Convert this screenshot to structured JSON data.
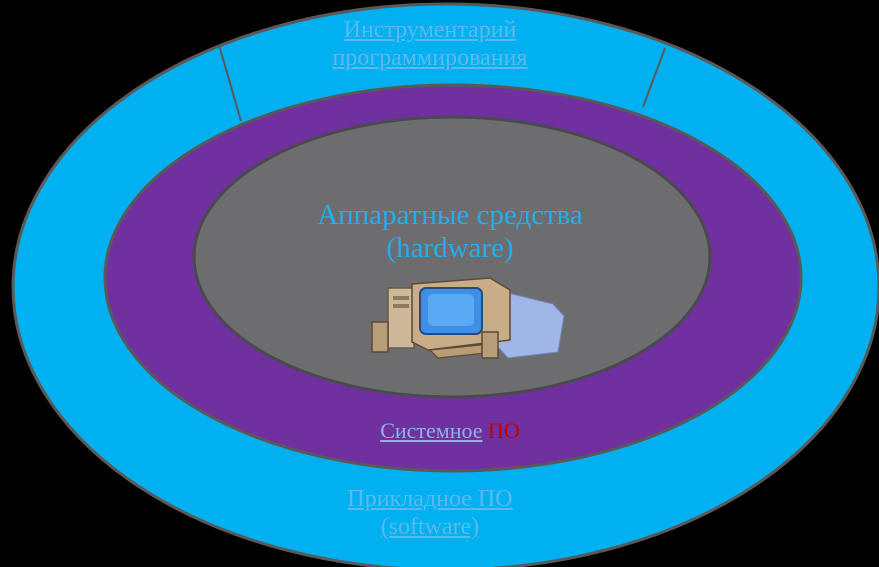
{
  "layers": {
    "tools": {
      "line1": "Инструментарий",
      "line2": " программирования"
    },
    "hardware": {
      "line1": "Аппаратные средства",
      "line2": "(hardware)"
    },
    "system": {
      "word1": "Системное",
      "word2": "ПО"
    },
    "application": {
      "line1": "Прикладное ПО",
      "line2": "(software)"
    }
  },
  "icons": {
    "computer": "desktop-computer-icon"
  },
  "colors": {
    "background": "#000000",
    "outer_ring": "#00b0f0",
    "middle_ring": "#7030a0",
    "core": "#6d6d70",
    "border": "#595959",
    "label_text": "#24aef0",
    "label_text_light": "#5fb8ec",
    "system_word": "#8db4e2",
    "system_po": "#c00000"
  }
}
